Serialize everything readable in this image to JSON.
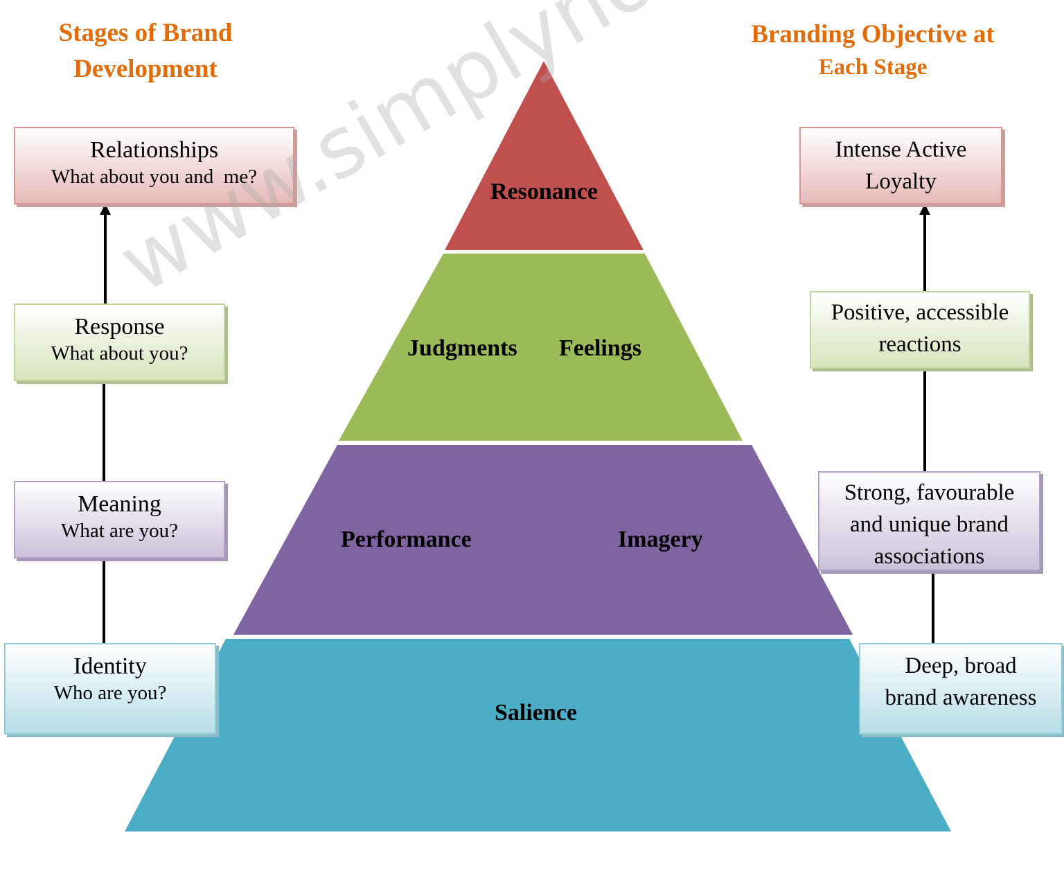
{
  "headings": {
    "left": [
      "Stages of Brand",
      "Development"
    ],
    "right": [
      "Branding Objective at",
      "Each Stage"
    ]
  },
  "stages": [
    {
      "title": "Relationships",
      "question": "What about you and  me?"
    },
    {
      "title": "Response",
      "question": "What about you?"
    },
    {
      "title": "Meaning",
      "question": "What are you?"
    },
    {
      "title": "Identity",
      "question": "Who are you?"
    }
  ],
  "objectives": [
    {
      "lines": [
        "Intense Active",
        "Loyalty"
      ]
    },
    {
      "lines": [
        "Positive, accessible",
        "reactions"
      ]
    },
    {
      "lines": [
        "Strong, favourable",
        "and unique brand",
        "associations"
      ]
    },
    {
      "lines": [
        "Deep, broad",
        "brand awareness"
      ]
    }
  ],
  "pyramid": {
    "top": "Resonance",
    "second_left": "Judgments",
    "second_right": "Feelings",
    "third_left": "Performance",
    "third_right": "Imagery",
    "base": "Salience"
  },
  "colors": {
    "heading": "#e36c0a",
    "resonance": "#c0504d",
    "judgments_feelings": "#9bbb59",
    "performance_imagery": "#8064a2",
    "salience": "#4bacc6"
  },
  "watermark": "www.simplynotes.in"
}
